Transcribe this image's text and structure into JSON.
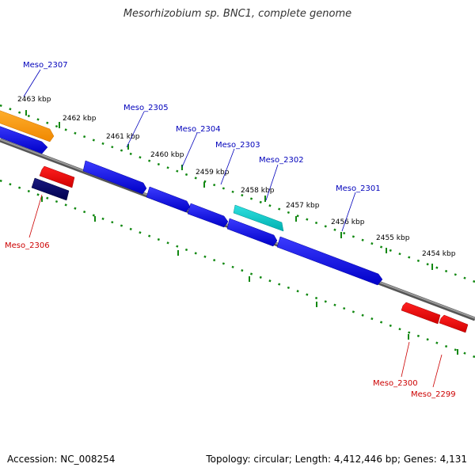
{
  "title": "Mesorhizobium sp. BNC1, complete genome",
  "footer": {
    "accession": "Accession: NC_008254",
    "summary": "Topology: circular; Length: 4,412,446 bp; Genes: 4,131"
  },
  "colors": {
    "forward_gene": "#0000ee",
    "reverse_gene": "#ee0000",
    "highlight_orange": "#ff9900",
    "highlight_cyan": "#00cccc",
    "dark_navy": "#000066",
    "backbone": "#808080",
    "ticks": "#118811",
    "forward_label": "#0000bb",
    "reverse_label": "#cc0000"
  },
  "scale_labels": [
    "2463 kbp",
    "2462 kbp",
    "2461 kbp",
    "2460 kbp",
    "2459 kbp",
    "2458 kbp",
    "2457 kbp",
    "2456 kbp",
    "2455 kbp",
    "2454 kbp"
  ],
  "genes": [
    {
      "label": "Meso_2307",
      "strand": "forward",
      "color": "orange"
    },
    {
      "label": "Meso_2305",
      "strand": "forward",
      "color": "blue"
    },
    {
      "label": "Meso_2304",
      "strand": "forward",
      "color": "blue"
    },
    {
      "label": "Meso_2303",
      "strand": "forward",
      "color": "blue"
    },
    {
      "label": "Meso_2302",
      "strand": "forward",
      "color": "cyan"
    },
    {
      "label": "Meso_2301",
      "strand": "forward",
      "color": "blue"
    },
    {
      "label": "Meso_2306",
      "strand": "reverse",
      "color": "red"
    },
    {
      "label": "Meso_2300",
      "strand": "reverse",
      "color": "red"
    },
    {
      "label": "Meso_2299",
      "strand": "reverse",
      "color": "red"
    }
  ]
}
